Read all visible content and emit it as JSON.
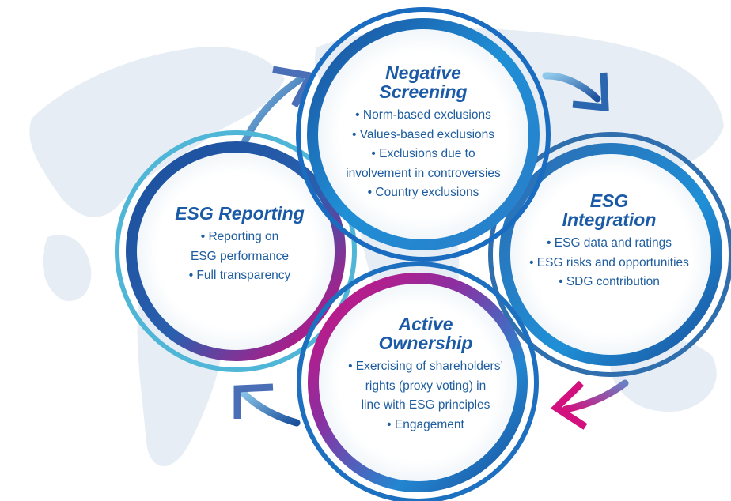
{
  "colors": {
    "title": "#1b5aa6",
    "text": "#1d5c9f",
    "ring_blue_dark": "#1a4f9c",
    "ring_blue": "#1f8fd6",
    "ring_cyan": "#4fb6d8",
    "ring_magenta": "#d2117e",
    "map": "#dfe8f1"
  },
  "nodes": {
    "negative": {
      "title_line1": "Negative",
      "title_line2": "Screening",
      "bullets": [
        "• Norm-based exclusions",
        "• Values-based exclusions",
        "• Exclusions due to",
        "involvement in controversies",
        "• Country exclusions"
      ]
    },
    "integration": {
      "title_line1": "ESG",
      "title_line2": "Integration",
      "bullets": [
        "• ESG data and ratings",
        "• ESG risks and opportunities",
        "• SDG contribution"
      ]
    },
    "reporting": {
      "title_line1": "ESG Reporting",
      "bullets": [
        "• Reporting on",
        "ESG performance",
        "• Full transparency"
      ]
    },
    "ownership": {
      "title_line1": "Active",
      "title_line2": "Ownership",
      "bullets": [
        "• Exercising of shareholders’",
        "rights (proxy voting) in",
        "line with ESG principles",
        "• Engagement"
      ]
    }
  },
  "arrows": [
    {
      "name": "arrow-reporting-to-negative",
      "icon": "curved-arrow-icon"
    },
    {
      "name": "arrow-negative-to-integration",
      "icon": "curved-arrow-icon"
    },
    {
      "name": "arrow-integration-to-ownership",
      "icon": "curved-arrow-icon"
    },
    {
      "name": "arrow-ownership-to-reporting",
      "icon": "curved-arrow-icon"
    }
  ]
}
